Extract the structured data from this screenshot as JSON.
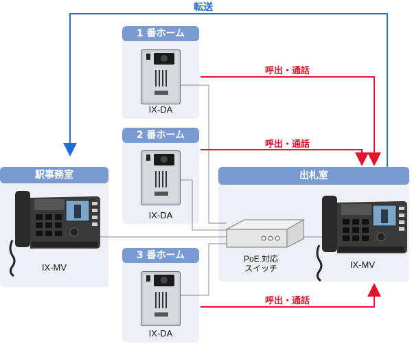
{
  "transfer_label": "転送",
  "call_label": "呼出・通話",
  "platforms": [
    {
      "header": "1 番ホーム",
      "device": "IX-DA"
    },
    {
      "header": "2 番ホーム",
      "device": "IX-DA"
    },
    {
      "header": "3 番ホーム",
      "device": "IX-DA"
    }
  ],
  "station_office": {
    "header": "駅事務室",
    "device": "IX-MV"
  },
  "ticket_office": {
    "header": "出札室",
    "device": "IX-MV"
  },
  "switch": {
    "line1": "PoE 対応",
    "line2": "スイッチ"
  },
  "colors": {
    "call_arrow": "#e0142c",
    "transfer_arrow": "#1e6bd6",
    "header_bg": "#7a9ad2",
    "panel_bg": "#eef0f6"
  }
}
